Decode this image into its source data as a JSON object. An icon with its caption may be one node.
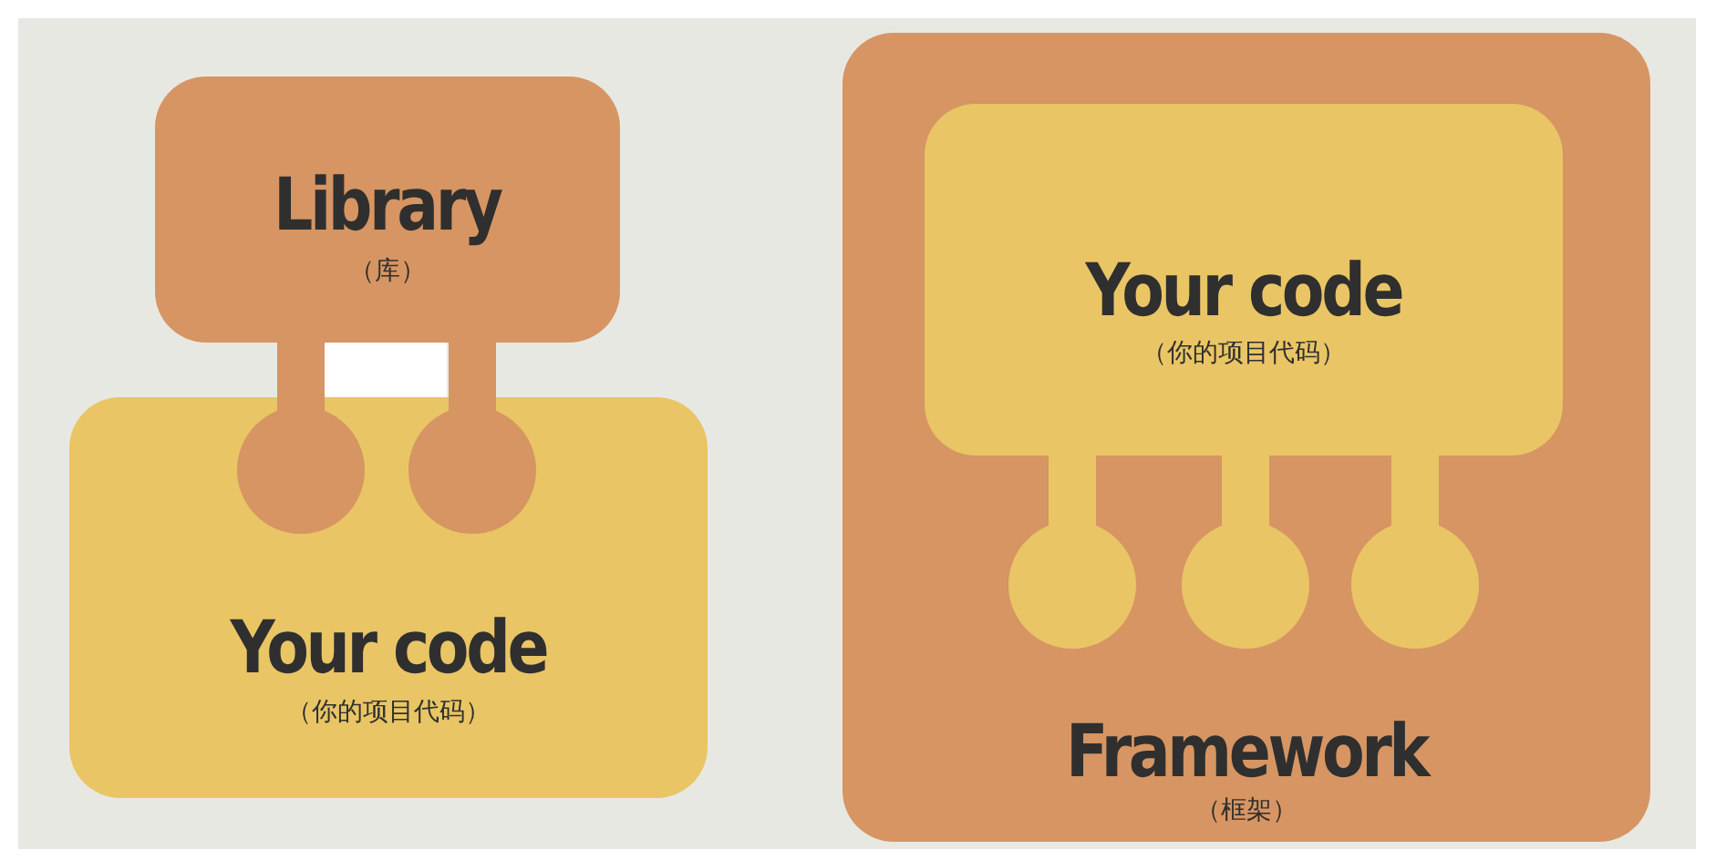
{
  "diagram": {
    "nodes": [
      {
        "text": [
          "Library",
          "（库）"
        ]
      },
      {
        "text": [
          "Your code",
          "（你的项目代码）"
        ]
      },
      {
        "text": [
          "Framework",
          "（框架）"
        ]
      },
      {
        "text": [
          "Your code",
          "（你的项目代码）"
        ],
        "in": 2
      }
    ]
  }
}
